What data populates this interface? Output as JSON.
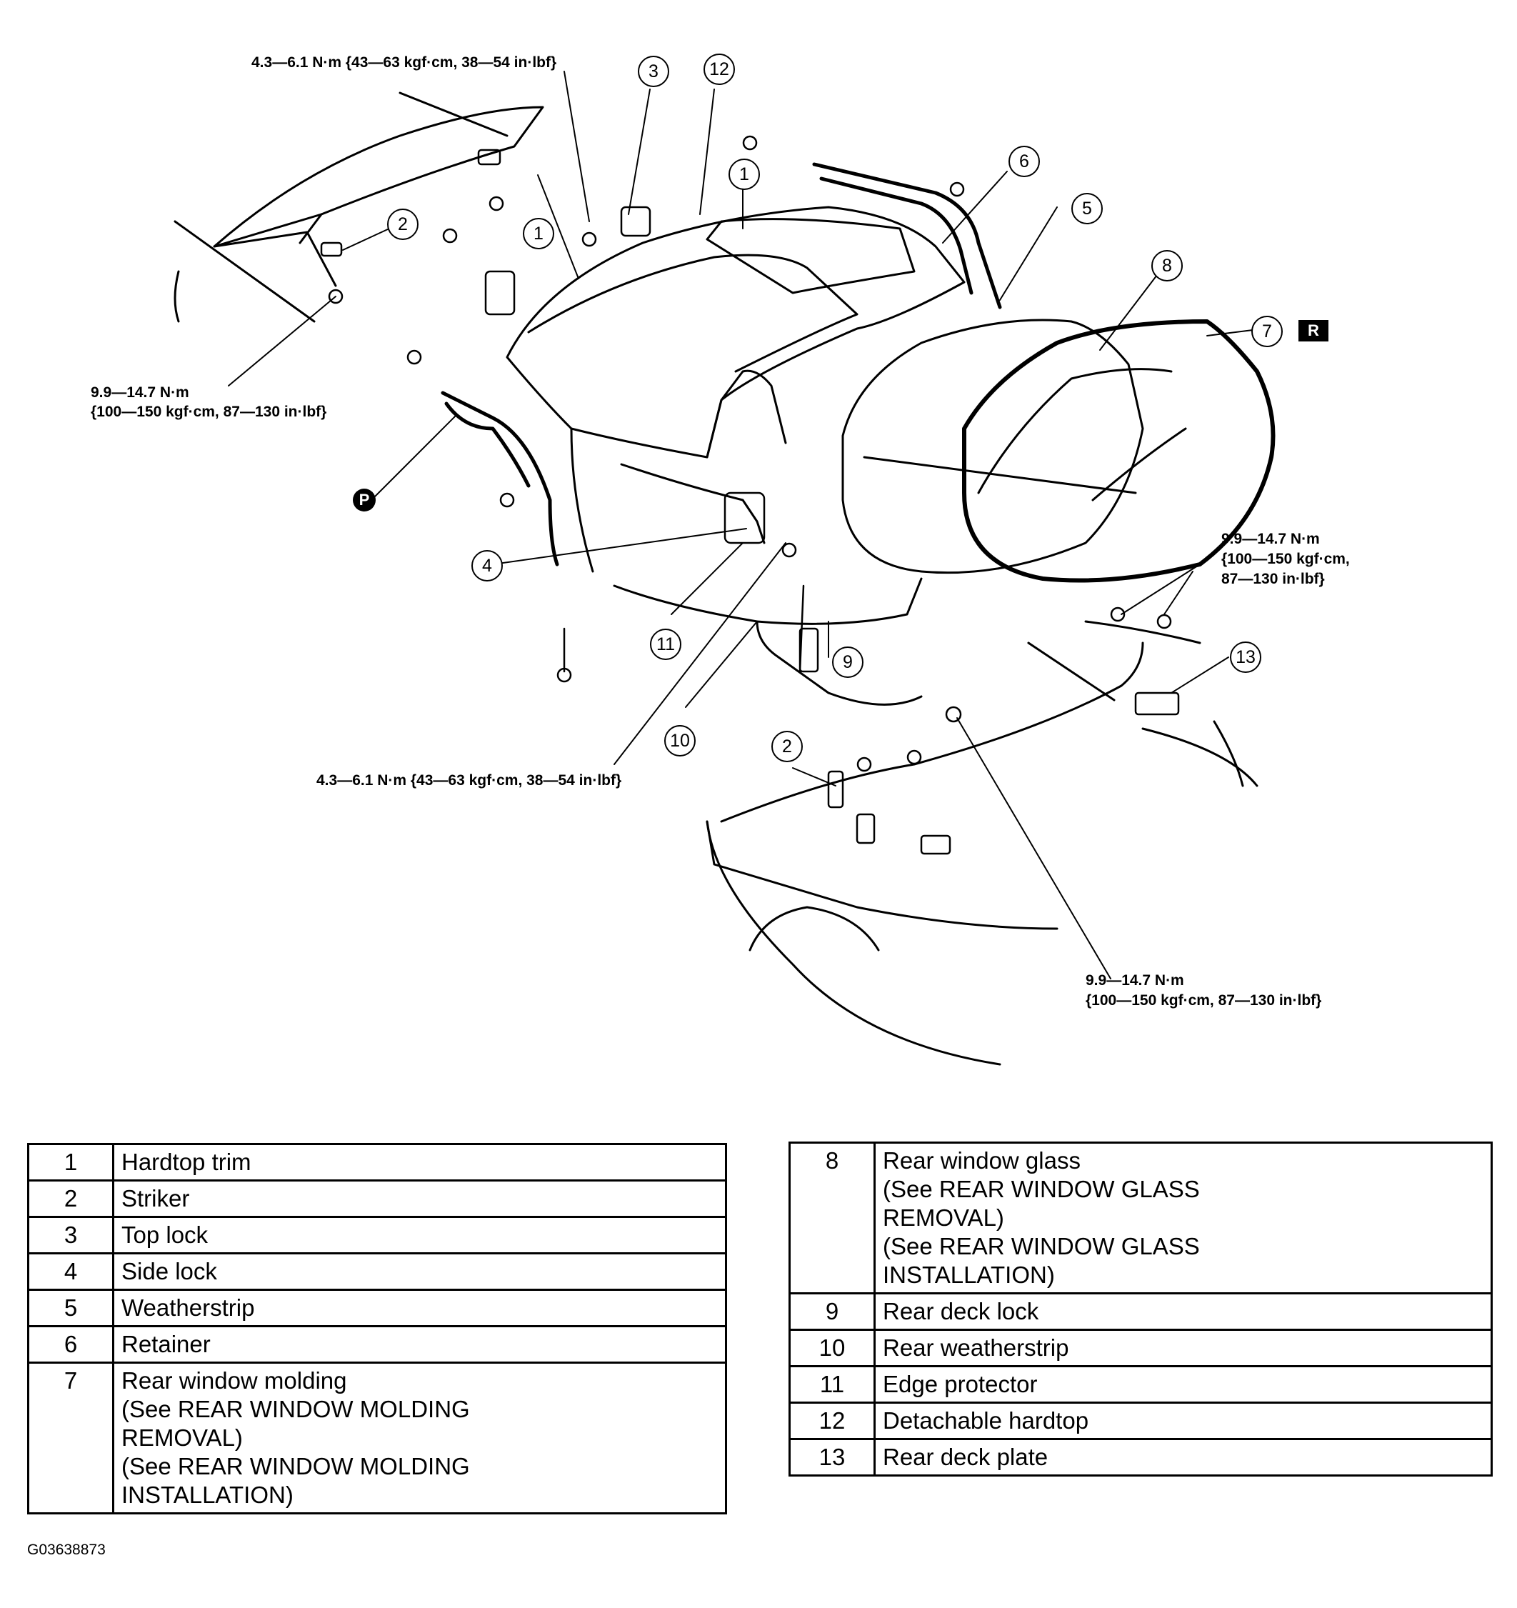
{
  "torque_specs": {
    "top_left": "4.3—6.1 N·m {43—63 kgf·cm, 38—54 in·lbf}",
    "left_mid_line1": "9.9—14.7 N·m",
    "left_mid_line2": "{100—150 kgf·cm, 87—130 in·lbf}",
    "right_mid_line1": "9.9—14.7 N·m",
    "right_mid_line2": "{100—150 kgf·cm,",
    "right_mid_line3": "87—130 in·lbf}",
    "bottom_center": "4.3—6.1 N·m {43—63 kgf·cm, 38—54 in·lbf}",
    "bottom_right_line1": "9.9—14.7 N·m",
    "bottom_right_line2": "{100—150 kgf·cm, 87—130 in·lbf}"
  },
  "symbols": {
    "p": "P",
    "r": "R"
  },
  "callouts": {
    "c1a": "1",
    "c1b": "1",
    "c2a": "2",
    "c2b": "2",
    "c3": "3",
    "c4": "4",
    "c5": "5",
    "c6": "6",
    "c7": "7",
    "c8": "8",
    "c9": "9",
    "c10": "10",
    "c11": "11",
    "c12": "12",
    "c13": "13"
  },
  "parts_left": [
    {
      "num": "1",
      "lines": [
        "Hardtop trim"
      ]
    },
    {
      "num": "2",
      "lines": [
        "Striker"
      ]
    },
    {
      "num": "3",
      "lines": [
        "Top lock"
      ]
    },
    {
      "num": "4",
      "lines": [
        "Side lock"
      ]
    },
    {
      "num": "5",
      "lines": [
        "Weatherstrip"
      ]
    },
    {
      "num": "6",
      "lines": [
        "Retainer"
      ]
    },
    {
      "num": "7",
      "lines": [
        "Rear window molding",
        "(See  REAR WINDOW MOLDING",
        "REMOVAL)",
        "(See  REAR WINDOW MOLDING",
        "INSTALLATION)"
      ]
    }
  ],
  "parts_right": [
    {
      "num": "8",
      "lines": [
        "Rear window glass",
        "(See REAR WINDOW GLASS",
        "REMOVAL)",
        "(See REAR WINDOW GLASS",
        "INSTALLATION)"
      ]
    },
    {
      "num": "9",
      "lines": [
        "Rear deck lock"
      ]
    },
    {
      "num": "10",
      "lines": [
        "Rear weatherstrip"
      ]
    },
    {
      "num": "11",
      "lines": [
        "Edge protector"
      ]
    },
    {
      "num": "12",
      "lines": [
        "Detachable hardtop"
      ]
    },
    {
      "num": "13",
      "lines": [
        "Rear deck plate"
      ]
    }
  ],
  "figure_code": "G03638873"
}
